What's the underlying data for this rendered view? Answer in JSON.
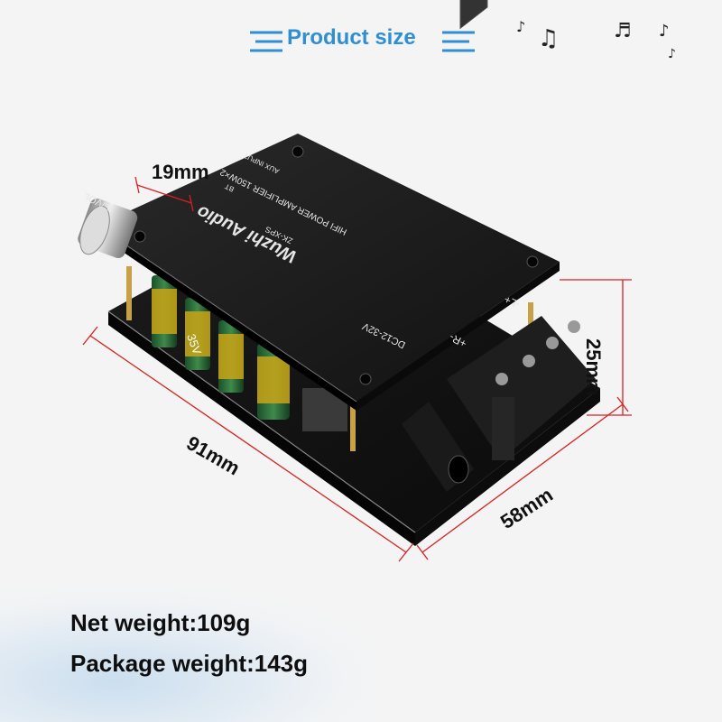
{
  "header": {
    "title": "Product size"
  },
  "dimensions": {
    "height_top": "19mm",
    "right_height": "25mm",
    "length": "91mm",
    "width": "58mm"
  },
  "board": {
    "brand": "Wuzhi Audio",
    "line1": "HIFI POWER AMPLIFIER 150W×2",
    "model": "ZK-XPS",
    "power": "DC12-32V",
    "vol_label": "G/VOL",
    "aux_label": "AUX INPUT",
    "bt_label": "BT",
    "right_label": "+R-",
    "left_label": "-L+",
    "cap_label": "35V"
  },
  "specs": {
    "net_weight": "Net weight:109g",
    "package_weight": "Package weight:143g"
  },
  "colors": {
    "title": "#2f8fd2",
    "dimension_line": "#d82020",
    "board": "#141414"
  },
  "icons": [
    "music-notes-icon"
  ]
}
